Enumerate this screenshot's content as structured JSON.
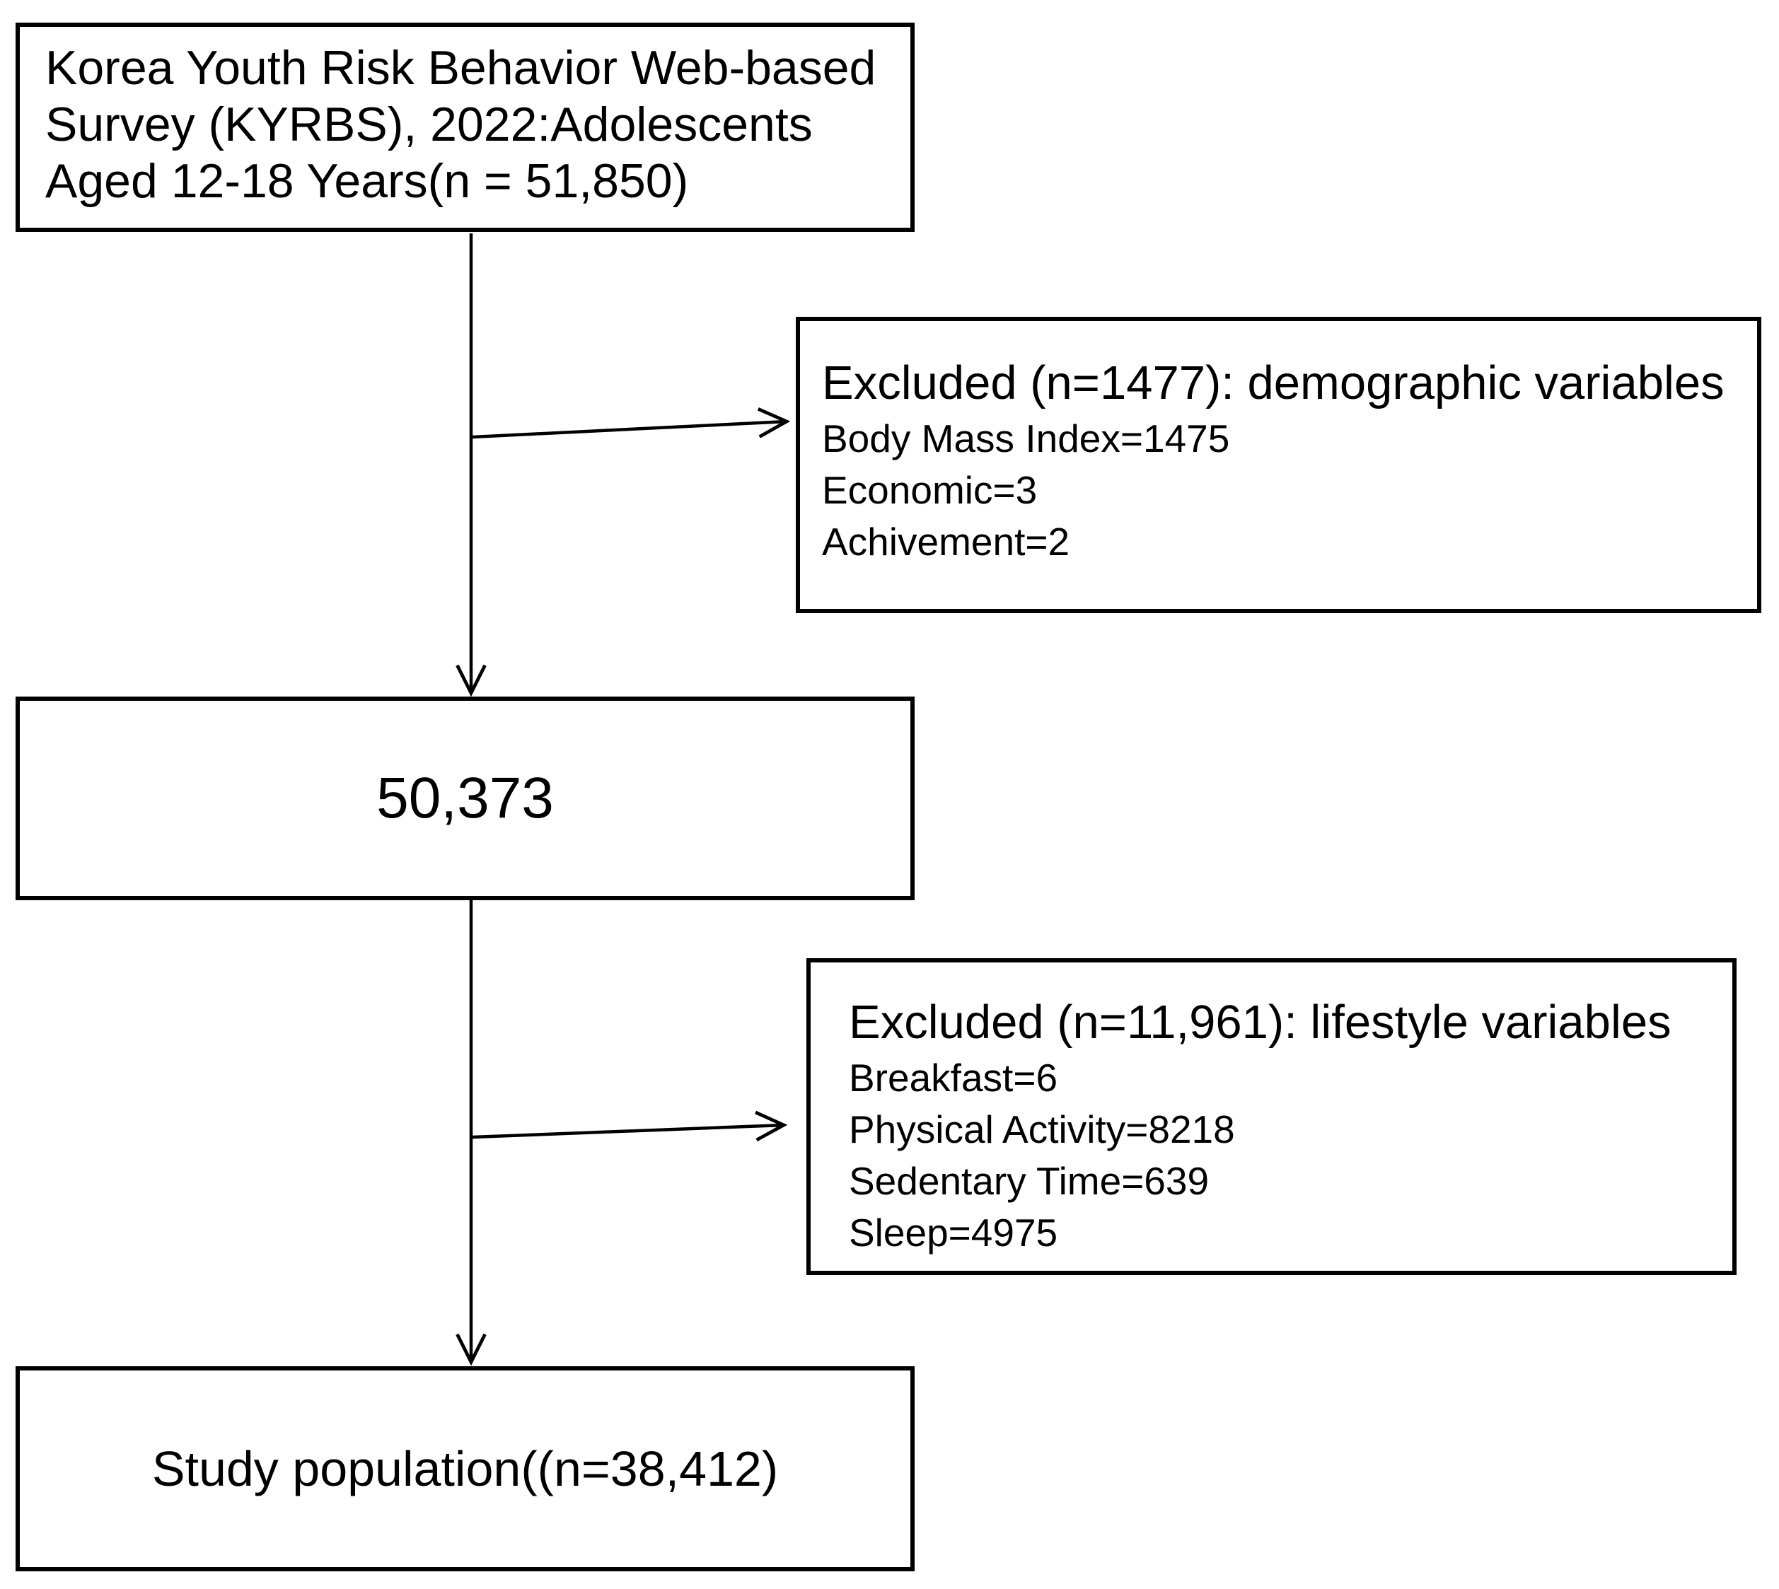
{
  "diagram": {
    "colors": {
      "background": "#ffffff",
      "ink": "#000000"
    },
    "boxes": {
      "source": {
        "lines": [
          "Korea Youth Risk Behavior Web-based",
          "Survey (KYRBS), 2022:Adolescents",
          "Aged 12-18 Years(n = 51,850)"
        ]
      },
      "after_demographic_exclusion": {
        "value": "50,373"
      },
      "excluded_demographic": {
        "title": "Excluded (n=1477): demographic variables",
        "items": [
          "Body Mass Index=1475",
          "Economic=3",
          "Achivement=2"
        ]
      },
      "excluded_lifestyle": {
        "title": "Excluded (n=11,961): lifestyle variables",
        "items": [
          "Breakfast=6",
          "Physical Activity=8218",
          "Sedentary Time=639",
          "Sleep=4975"
        ]
      },
      "study_population": {
        "value": "Study population((n=38,412)"
      }
    }
  }
}
